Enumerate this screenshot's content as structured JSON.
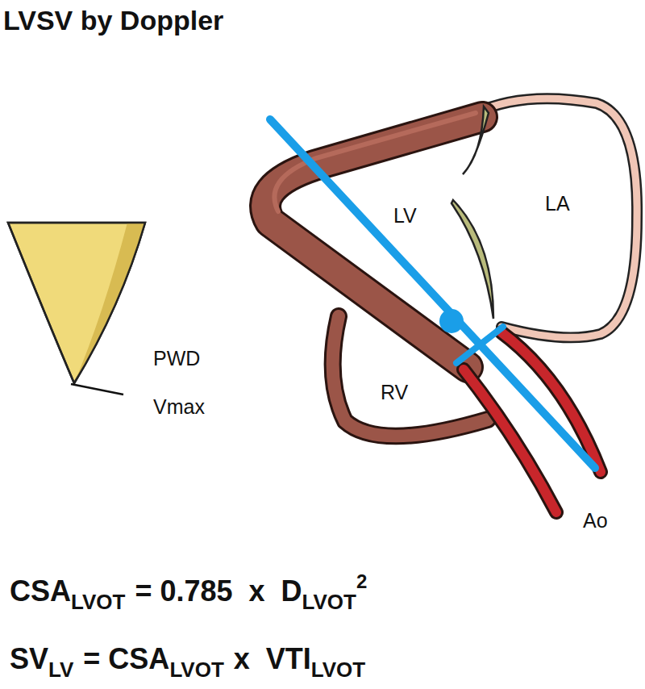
{
  "diagram": {
    "title": "LVSV by Doppler",
    "labels": [
      "LV",
      "LA",
      "RV",
      "Ao",
      "PWD",
      "Vmax",
      "CSA",
      "LVOT",
      "= 0.785  x  D",
      "LVOT",
      "2",
      "SV",
      "LV",
      "= CSA",
      "LVOT",
      "x  VTI",
      "LVOT"
    ]
  }
}
